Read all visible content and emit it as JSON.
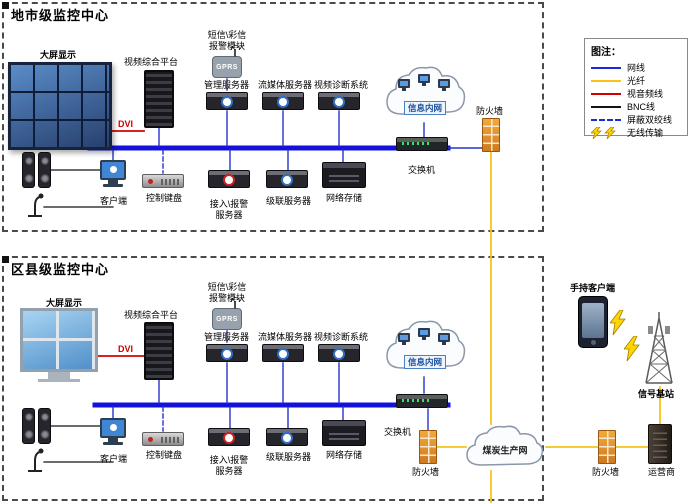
{
  "legend": {
    "title": "图注：",
    "items": [
      {
        "label": "网线",
        "color": "#1c2bd8",
        "style": "solid"
      },
      {
        "label": "光纤",
        "color": "#f5c518",
        "style": "solid"
      },
      {
        "label": "视音频线",
        "color": "#d40000",
        "style": "solid"
      },
      {
        "label": "BNC线",
        "color": "#141414",
        "style": "solid"
      },
      {
        "label": "屏蔽双绞线",
        "color": "#1c2bd8",
        "style": "dashed"
      },
      {
        "label": "无线传输",
        "color": "#ffd400",
        "style": "lightning"
      }
    ]
  },
  "city": {
    "title": "地市级监控中心",
    "wall_label": "大屏显示",
    "platform_label": "视频综合平台",
    "dvi_label": "DVI",
    "sms_line1": "短信\\彩信",
    "sms_line2": "报警模块",
    "gprs_label": "GPRS",
    "mgmt_label": "管理服务器",
    "stream_label": "流媒体服务器",
    "diag_label": "视频诊断系统",
    "intranet_label": "信息内网",
    "firewall_label": "防火墙",
    "switch_label": "交换机",
    "client_label": "客户端",
    "keyboard_label": "控制键盘",
    "access_line1": "接入\\报警",
    "access_line2": "服务器",
    "cascade_label": "级联服务器",
    "storage_label": "网络存储"
  },
  "county": {
    "title": "区县级监控中心",
    "wall_label": "大屏显示",
    "platform_label": "视频综合平台",
    "dvi_label": "DVI",
    "sms_line1": "短信\\彩信",
    "sms_line2": "报警模块",
    "gprs_label": "GPRS",
    "mgmt_label": "管理服务器",
    "stream_label": "流媒体服务器",
    "diag_label": "视频诊断系统",
    "intranet_label": "信息内网",
    "firewall_label": "防火墙",
    "switch_label": "交换机",
    "client_label": "客户端",
    "keyboard_label": "控制键盘",
    "access_line1": "接入\\报警",
    "access_line2": "服务器",
    "cascade_label": "级联服务器",
    "storage_label": "网络存储"
  },
  "right": {
    "handheld_label": "手持客户端",
    "station_label": "信号基站",
    "coalnet_label": "煤炭生产网",
    "firewall_label": "防火墙",
    "carrier_label": "运营商"
  },
  "colors": {
    "bus_blue": "#1212dc",
    "fiber_yellow": "#f5c518",
    "av_red": "#d40000",
    "bnc_black": "#141414",
    "firewall_orange": "#f2a93b"
  }
}
